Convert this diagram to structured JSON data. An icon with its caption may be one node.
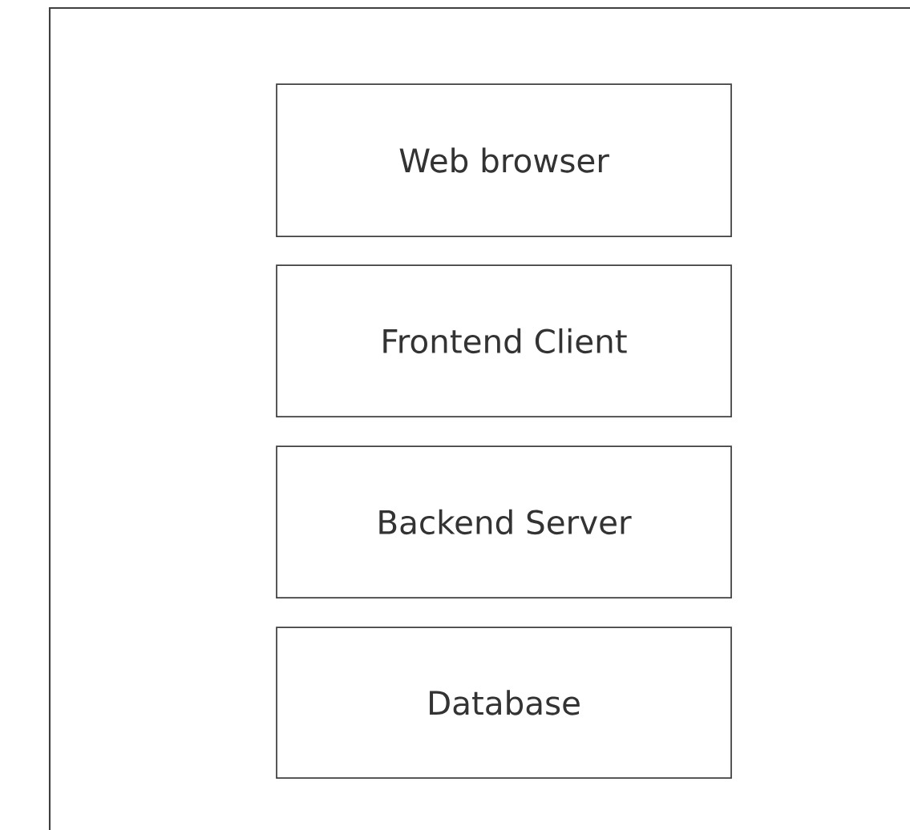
{
  "diagram": {
    "nodes": [
      {
        "text": [
          "Web browser"
        ]
      },
      {
        "text": [
          "Frontend Client"
        ]
      },
      {
        "text": [
          "Backend Server"
        ]
      },
      {
        "text": [
          "Database"
        ]
      }
    ]
  }
}
